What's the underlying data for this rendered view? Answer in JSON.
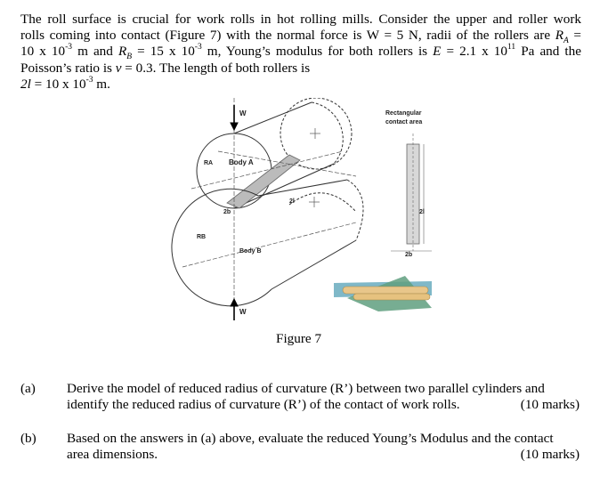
{
  "intro": {
    "l1": "The roll surface is crucial for work rolls in hot rolling mills. Consider the upper and roller work",
    "l2a": "rolls coming into contact (Figure 7) with the normal force is W = 5 N, radii of the rollers are ",
    "l2b": "R",
    "l2c": "A",
    "l2d": " =",
    "l3a": "10 x 10",
    "l3b": "-3",
    "l3c": " m and ",
    "l3d": "R",
    "l3e": "B",
    "l3f": " = 15 x 10",
    "l3g": "-3",
    "l3h": " m, Young’s modulus for both rollers is ",
    "l3i": "E",
    "l3j": " = 2.1 x 10",
    "l3k": "11",
    "l3l": " Pa and the",
    "l4a": "Poisson’s ratio is ",
    "l4b": "v",
    "l4c": " = 0.3. The length of both rollers is",
    "l5a": "2l",
    "l5b": " = 10 x 10",
    "l5c": "-3",
    "l5d": " m."
  },
  "figure": {
    "label_w_top": "W",
    "label_w_bottom": "W",
    "label_ra": "RA",
    "label_rb": "RB",
    "label_body_a": "Body A",
    "label_body_b": "Body B",
    "label_2b": "2b",
    "label_2l": "2l",
    "label_rect_1": "Rectangular",
    "label_rect_2": "contact area",
    "label_rect_2l": "2l",
    "label_rect_2b": "2b",
    "caption": "Figure 7"
  },
  "questions": [
    {
      "number": "(a)",
      "line1": "Derive the model of reduced radius of curvature (R’) between two parallel cylinders and",
      "line2": "identify the reduced radius of curvature (R’) of the contact of work rolls.",
      "marks": "(10 marks)"
    },
    {
      "number": "(b)",
      "line1": "Based on the answers in (a) above, evaluate the reduced Young’s Modulus and the contact",
      "line2": "area dimensions.",
      "marks": "(10 marks)"
    }
  ]
}
